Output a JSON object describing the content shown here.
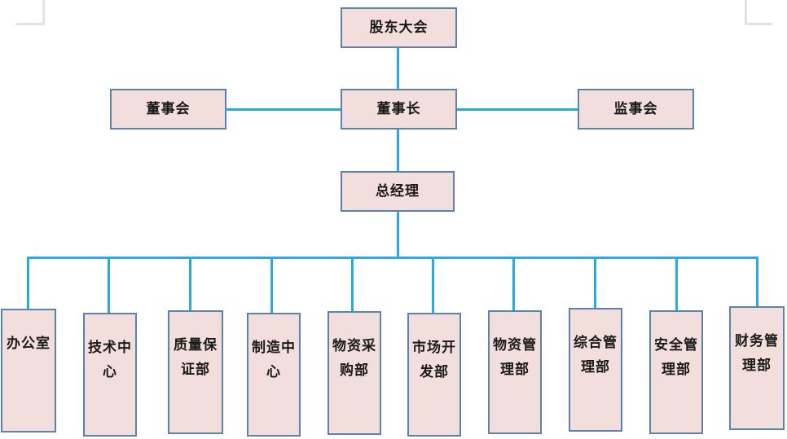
{
  "chart": {
    "type": "org-chart",
    "title": "",
    "box_fill_color": "#f2dedc",
    "box_border_color": "#5b82ad",
    "connector_color": "#29abe2",
    "crop_mark_color": "#e3e3e3",
    "levels": [
      {
        "level": 1,
        "nodes": [
          {
            "id": "shareholders",
            "label": "股东大会"
          }
        ]
      },
      {
        "level": 2,
        "nodes": [
          {
            "id": "board-of-directors",
            "label": "董事会"
          },
          {
            "id": "chairman",
            "label": "董事长"
          },
          {
            "id": "board-of-supervisors",
            "label": "监事会"
          }
        ]
      },
      {
        "level": 3,
        "nodes": [
          {
            "id": "general-manager",
            "label": "总经理"
          }
        ]
      },
      {
        "level": 4,
        "nodes": [
          {
            "id": "office",
            "label": "办公室"
          },
          {
            "id": "technology-center",
            "label": "技术中心"
          },
          {
            "id": "quality-assurance-dept",
            "label": "质量保证部"
          },
          {
            "id": "manufacturing-center",
            "label": "制造中心"
          },
          {
            "id": "materials-procurement-dept",
            "label": "物资采购部"
          },
          {
            "id": "market-development-dept",
            "label": "市场开发部"
          },
          {
            "id": "materials-management-dept",
            "label": "物资管理部"
          },
          {
            "id": "general-management-dept",
            "label": "综合管理部"
          },
          {
            "id": "safety-management-dept",
            "label": "安全管理部"
          },
          {
            "id": "financial-management-dept",
            "label": "财务管理部"
          }
        ]
      }
    ],
    "edges": [
      {
        "from": "shareholders",
        "to": "chairman"
      },
      {
        "from": "chairman",
        "to": "board-of-directors"
      },
      {
        "from": "chairman",
        "to": "board-of-supervisors"
      },
      {
        "from": "chairman",
        "to": "general-manager"
      },
      {
        "from": "general-manager",
        "to": "office"
      },
      {
        "from": "general-manager",
        "to": "technology-center"
      },
      {
        "from": "general-manager",
        "to": "quality-assurance-dept"
      },
      {
        "from": "general-manager",
        "to": "manufacturing-center"
      },
      {
        "from": "general-manager",
        "to": "materials-procurement-dept"
      },
      {
        "from": "general-manager",
        "to": "market-development-dept"
      },
      {
        "from": "general-manager",
        "to": "materials-management-dept"
      },
      {
        "from": "general-manager",
        "to": "general-management-dept"
      },
      {
        "from": "general-manager",
        "to": "safety-management-dept"
      },
      {
        "from": "general-manager",
        "to": "financial-management-dept"
      }
    ]
  }
}
